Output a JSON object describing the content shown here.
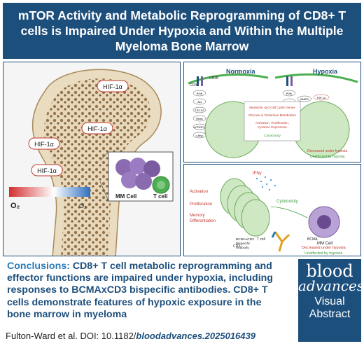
{
  "header": {
    "title": "mTOR Activity and Metabolic Reprogramming of CD8+ T cells is Impaired Under Hypoxia and Within the Multiple Myeloma Bone Marrow"
  },
  "left_panel": {
    "hif_label": "HIF-1α",
    "mm_cell_label": "MM Cell",
    "t_cell_label": "T cell",
    "o2_high_label": "O₂",
    "o2_low_label": "O₂"
  },
  "top_right_panel": {
    "normoxia_label": "Normoxia",
    "hypoxia_label": "Hypoxia",
    "cd28_label": "CD28",
    "cd3_label": "CD3",
    "pathway_nodes": [
      "PI3K",
      "Akt",
      "TSC1/2",
      "Rheb",
      "mTORC1",
      "c-Myc"
    ],
    "bnip3_label": "BNIP3",
    "hif_small_label": "HIF-1α",
    "box_lines": [
      "Metabolic and Cell Cycle Genes",
      "Glucose & Glutamine Metabolism",
      "Activation, Proliferation,",
      "Cytokine Expression",
      "Cytotoxicity"
    ],
    "legend_decreased": "Decreased under hypoxia",
    "legend_unaffected": "Unaffected by hypoxia"
  },
  "bottom_right_panel": {
    "ifn_label": "IFNγ",
    "activation_label": "Activation",
    "proliferation_label": "Proliferation",
    "memory_label": "Memory",
    "differentiation_label": "Differentiation",
    "cytotoxicity_label": "Cytotoxicity",
    "t_cell_label": "T cell",
    "mm_cell_label": "MM Cell",
    "cd3_label": "CD3",
    "bcma_label": "BCMA",
    "antibody_label_1": "BCMAxCD3",
    "antibody_label_2": "Bispecific",
    "antibody_label_3": "Antibody",
    "legend_decreased": "Decreased under hypoxia",
    "legend_unaffected": "Unaffected by hypoxia"
  },
  "conclusion": {
    "lead": "Conclusions:",
    "text": "CD8+ T cell metabolic reprogramming and effector functions are impaired under hypoxia, including responses to BCMAxCD3 bispecific antibodies. CD8+ T cells demonstrate features of hypoxic exposure in the bone marrow in myeloma"
  },
  "citation": {
    "authors": "Fulton-Ward et al. DOI: 10.1182/",
    "doi_tail": "bloodadvances.2025016439"
  },
  "logo": {
    "line1": "blood",
    "line2": "advances",
    "line3": "Visual",
    "line4": "Abstract"
  },
  "colors": {
    "brand_blue": "#1d4f7c",
    "accent_blue": "#2a7ab8",
    "decreased_red": "#c0392b",
    "unaffected_green": "#3a9a3a",
    "cell_green": "#cfe8c4",
    "mm_purple": "#8a6bb0"
  }
}
